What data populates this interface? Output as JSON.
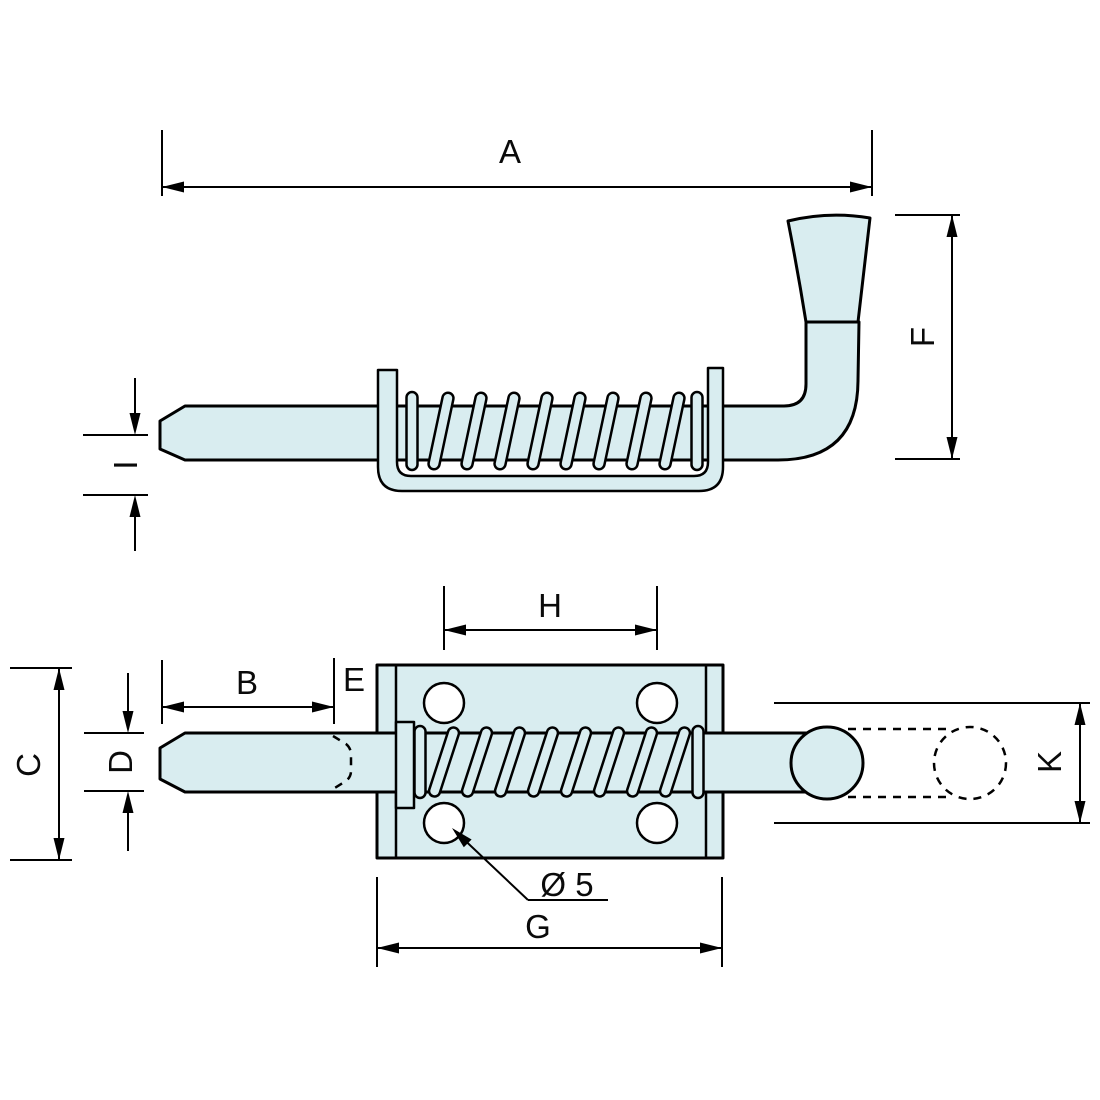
{
  "drawing": {
    "kind": "spring-bolt-dimension-drawing",
    "dimension_labels": {
      "a": "A",
      "b": "B",
      "c": "C",
      "d": "D",
      "e": "E",
      "f": "F",
      "g": "G",
      "h": "H",
      "i": "I",
      "k": "K",
      "hole_diameter": "Ø 5"
    },
    "colors": {
      "part_fill": "#d9edf0",
      "line": "#000000",
      "background": "#ffffff"
    }
  }
}
